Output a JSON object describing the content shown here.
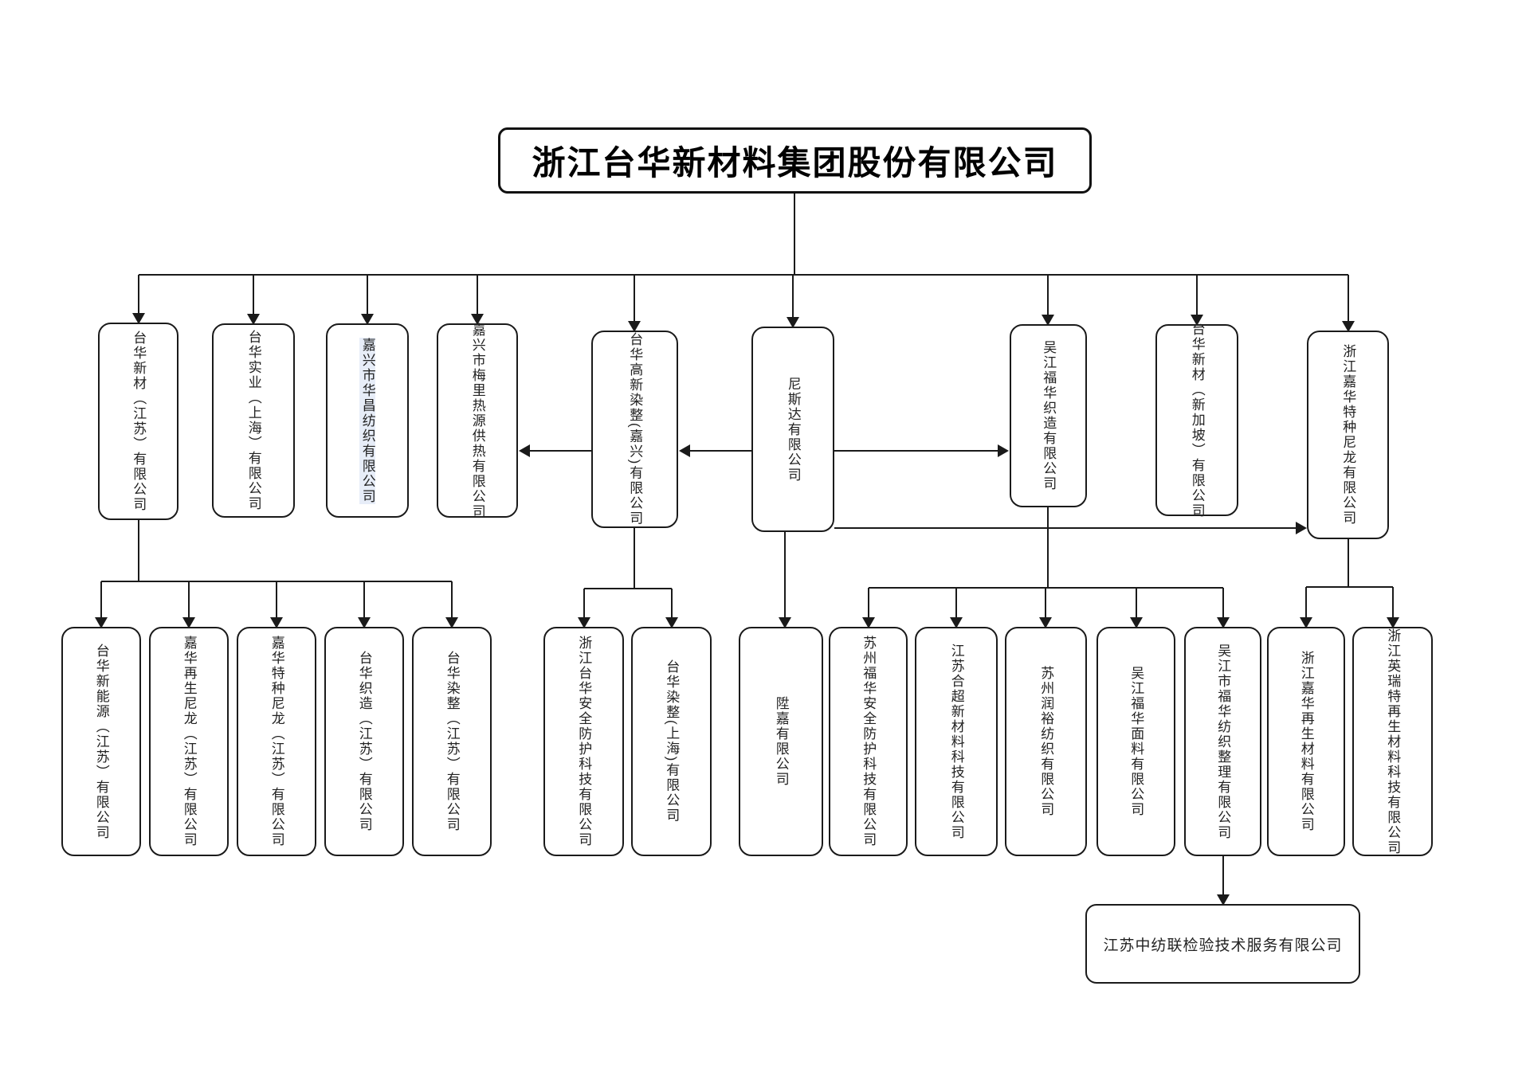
{
  "colors": {
    "line": "#1a1a1a",
    "box_border": "#1a1a1a",
    "box_fill": "#ffffff",
    "page_background": "#ffffff"
  },
  "root": {
    "label": "浙江台华新材料集团股份有限公司",
    "children": [
      {
        "label": "台华新材（江苏）有限公司",
        "children": [
          {
            "label": "台华新能源（江苏）有限公司"
          },
          {
            "label": "嘉华再生尼龙（江苏）有限公司"
          },
          {
            "label": "嘉华特种尼龙（江苏）有限公司"
          },
          {
            "label": "台华织造（江苏）有限公司"
          },
          {
            "label": "台华染整（江苏）有限公司"
          }
        ]
      },
      {
        "label": "台华实业（上海）有限公司"
      },
      {
        "label": "嘉兴市华昌纺织有限公司"
      },
      {
        "label": "嘉兴市梅里热源供热有限公司"
      },
      {
        "label": "台华高新染整(嘉兴)有限公司",
        "children": [
          {
            "label": "浙江台华安全防护科技有限公司"
          },
          {
            "label": "台华染整(上海)有限公司"
          }
        ]
      },
      {
        "label": "尼斯达有限公司",
        "children": [
          {
            "label": "陞嘉有限公司"
          }
        ]
      },
      {
        "label": "吴江福华织造有限公司",
        "children": [
          {
            "label": "苏州福华安全防护科技有限公司"
          },
          {
            "label": "江苏合超新材料科技有限公司"
          },
          {
            "label": "苏州润裕纺织有限公司"
          },
          {
            "label": "吴江福华面料有限公司"
          },
          {
            "label": "吴江市福华纺织整理有限公司",
            "children": [
              {
                "label": "江苏中纺联检验技术服务有限公司"
              }
            ]
          }
        ]
      },
      {
        "label": "台华新材（新加坡）有限公司"
      },
      {
        "label": "浙江嘉华特种尼龙有限公司",
        "children": [
          {
            "label": "浙江嘉华再生材料有限公司"
          },
          {
            "label": "浙江英瑞特再生材料科技有限公司"
          }
        ]
      }
    ]
  },
  "lateral_arrows": [
    {
      "from": "尼斯达有限公司",
      "to": "台华高新染整(嘉兴)有限公司"
    },
    {
      "from": "台华高新染整(嘉兴)有限公司",
      "to": "嘉兴市梅里热源供热有限公司"
    },
    {
      "from": "尼斯达有限公司",
      "to": "吴江福华织造有限公司"
    },
    {
      "from": "尼斯达有限公司",
      "to": "浙江嘉华特种尼龙有限公司"
    },
    {
      "from": "吴江市福华纺织整理有限公司",
      "to": "江苏中纺联检验技术服务有限公司"
    }
  ]
}
